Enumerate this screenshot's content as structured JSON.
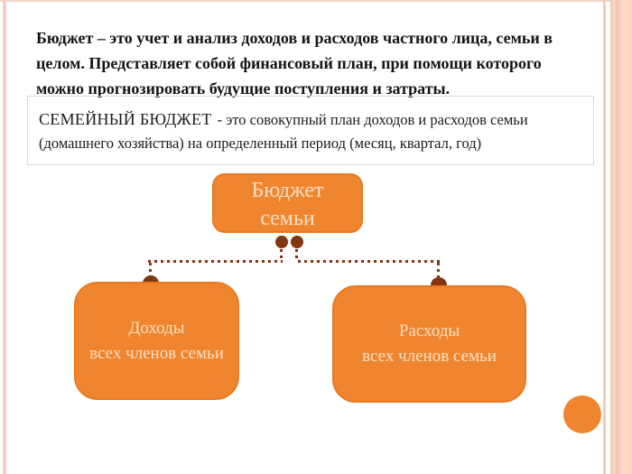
{
  "slide": {
    "intro_lines": [
      "Бюджет – это учет и анализ доходов и расходов частного лица, семьи в",
      "целом. Представляет собой финансовый план, при помощи которого",
      "можно прогнозировать будущие поступления и затраты."
    ],
    "definition": {
      "term": "СЕМЕЙНЫЙ БЮДЖЕТ",
      "rest": "- это совокупный план доходов  и расходов семьи",
      "line2": "(домашнего хозяйства) на определенный период (месяц, квартал, год)"
    },
    "diagram": {
      "root": {
        "line1": "Бюджет",
        "line2": "семьи"
      },
      "income": {
        "line1": "Доходы",
        "line2": "всех членов семьи"
      },
      "expenses": {
        "line1": "Расходы",
        "line2": "всех членов семьи"
      }
    },
    "colors": {
      "node_fill": "#F0852F",
      "node_border": "#E8791F",
      "node_text": "#F9E0C6",
      "connector": "#83360F",
      "frame_accent": "#F5CDBB",
      "definition_border": "#D9D9D9"
    }
  }
}
